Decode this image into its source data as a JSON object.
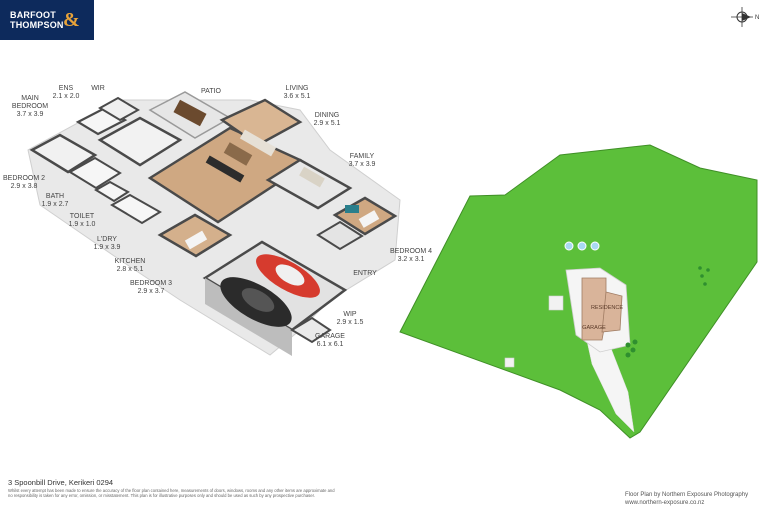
{
  "brand": {
    "line1": "BARFOOT",
    "line2": "THOMPSON",
    "amp": "&",
    "tagline": ""
  },
  "compass": {
    "north": "N"
  },
  "rooms": [
    {
      "name": "ENS",
      "dim": "2.1 x 2.0"
    },
    {
      "name": "WIR",
      "dim": ""
    },
    {
      "name": "MAIN BEDROOM",
      "dim": "3.7 x 3.9"
    },
    {
      "name": "PATIO",
      "dim": ""
    },
    {
      "name": "LIVING",
      "dim": "3.6 x 5.1"
    },
    {
      "name": "DINING",
      "dim": "2.9 x 5.1"
    },
    {
      "name": "FAMILY",
      "dim": "3.7 x 3.9"
    },
    {
      "name": "BEDROOM 2",
      "dim": "2.9 x 3.8"
    },
    {
      "name": "BATH",
      "dim": "1.9 x 2.7"
    },
    {
      "name": "TOILET",
      "dim": "1.9 x 1.0"
    },
    {
      "name": "L'DRY",
      "dim": "1.9 x 3.9"
    },
    {
      "name": "KITCHEN",
      "dim": "2.8 x 5.1"
    },
    {
      "name": "BEDROOM 3",
      "dim": "2.9 x 3.7"
    },
    {
      "name": "BEDROOM 4",
      "dim": "3.2 x 3.1"
    },
    {
      "name": "ENTRY",
      "dim": ""
    },
    {
      "name": "WIP",
      "dim": "2.9 x 1.5"
    },
    {
      "name": "GARAGE",
      "dim": "6.1 x 6.1"
    }
  ],
  "site": {
    "residence": "RESIDENCE",
    "garage": "GARAGE"
  },
  "colors": {
    "lawn": "#5cbf3a",
    "lawn_edge": "#3f8f26",
    "driveway": "#f5f5f5",
    "residence": "#d9b49a",
    "wall": "#4a4a4a",
    "floor_wood": "#cfa882",
    "brand": "#0d2a5c"
  },
  "footer": {
    "address": "3 Spoonbill Drive, Kerikeri 0294",
    "disclaimer": "Whilst every attempt has been made to ensure the accuracy of the floor plan contained here, measurements of doors, windows, rooms and any other items are approximate and no responsibility is taken for any error, omission, or misstatement. This plan is for illustrative purposes only and should be used as such by any prospective purchaser.",
    "credit1": "Floor Plan by Northern Exposure Photography",
    "credit2": "www.northern-exposure.co.nz"
  }
}
